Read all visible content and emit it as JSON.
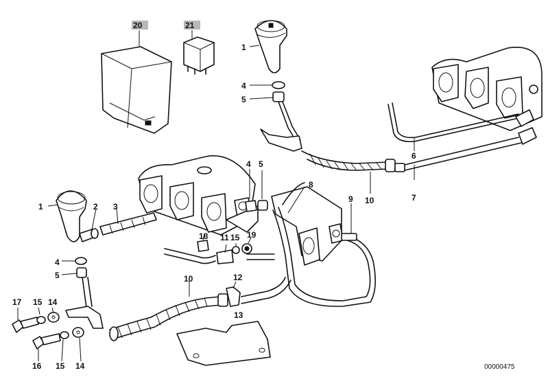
{
  "diagram": {
    "reference_code": "00000475",
    "callouts": {
      "c20": "20",
      "c21": "21",
      "c1a": "1",
      "c4a": "4",
      "c5a": "5",
      "c6": "6",
      "c7": "7",
      "c10a": "10",
      "c4b": "4",
      "c5b": "5",
      "c8": "8",
      "c9": "9",
      "c1b": "1",
      "c2": "2",
      "c3": "3",
      "c18": "18",
      "c11": "11",
      "c15a": "15",
      "c19": "19",
      "c4c": "4",
      "c5c": "5",
      "c10b": "10",
      "c12": "12",
      "c13": "13",
      "c17": "17",
      "c15b": "15",
      "c14a": "14",
      "c16": "16",
      "c15c": "15",
      "c14b": "14"
    }
  }
}
